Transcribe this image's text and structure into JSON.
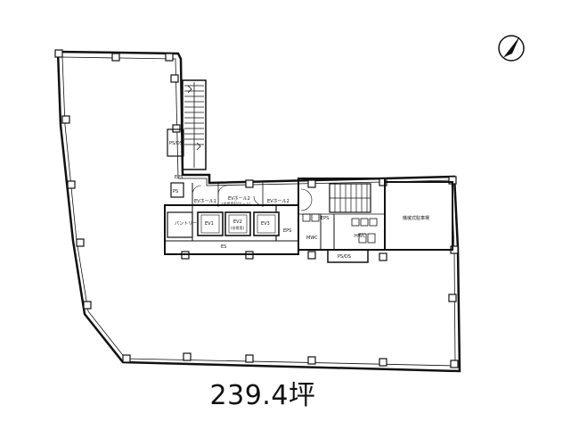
{
  "floor_area": "239.4坪",
  "labels": {
    "machine_parking": "機械式駐車場",
    "ev1": "EV1",
    "ev2": "EV2",
    "ev2_note": "(非常用)",
    "ev3": "EV3",
    "ev_hall_1": "EVホール1",
    "ev_hall_2": "EVホール2",
    "ev_hall_2_note": "(非常用EVホール)",
    "es": "ES",
    "ps_ds_left": "PS/DS",
    "ps_ds_bottom": "PS/DS",
    "ps": "PS",
    "mwc": "MWC",
    "hwc": "HWC",
    "eps1": "EPS",
    "eps2": "EPS",
    "eps3": "EPS",
    "pantry": "パントリー"
  }
}
